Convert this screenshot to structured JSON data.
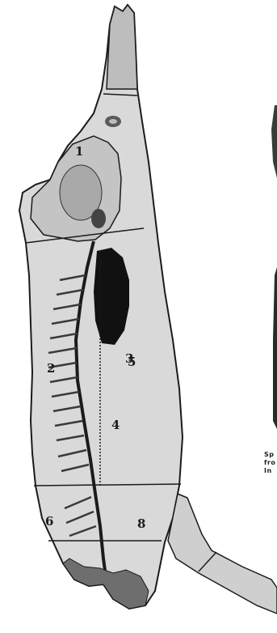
{
  "diagram": {
    "cut_labels": [
      "1",
      "2",
      "3",
      "4",
      "5",
      "6",
      "8"
    ],
    "caption_lines": [
      "Sp",
      "fro",
      "In"
    ],
    "colors": {
      "ink": "#1b1b1b",
      "body_fill": "#d9d9d9",
      "shadow_fill": "#111111",
      "paper": "#ffffff"
    }
  }
}
